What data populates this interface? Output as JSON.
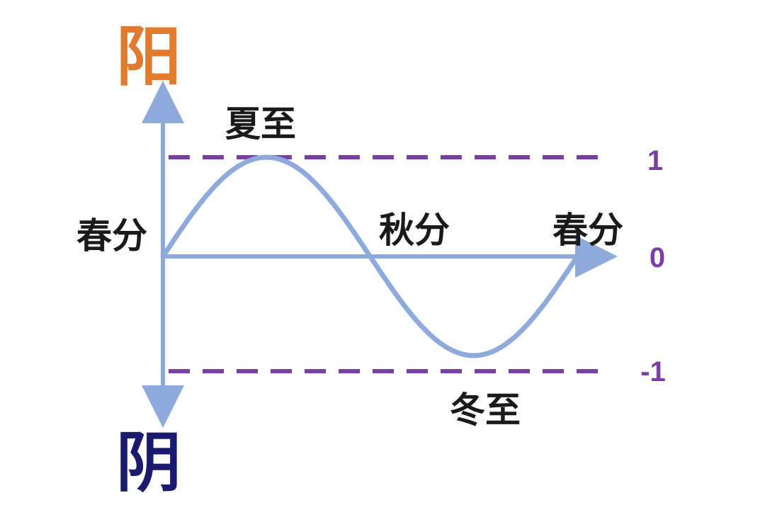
{
  "poles": {
    "top": "阳",
    "bottom": "阴"
  },
  "seasons": {
    "spring_equinox_start": "春分",
    "summer_solstice": "夏至",
    "autumn_equinox": "秋分",
    "spring_equinox_end": "春分",
    "winter_solstice": "冬至"
  },
  "levels": [
    {
      "label": "1",
      "value": 1
    },
    {
      "label": "0",
      "value": 0
    },
    {
      "label": "-1",
      "value": -1
    }
  ],
  "colors": {
    "yang": "#e07a2e",
    "yin": "#1a1a6e",
    "curve": "#8eaadb",
    "dashed": "#7a3ea6",
    "levels": "#7a3ea6",
    "text": "#1a1a1a"
  }
}
